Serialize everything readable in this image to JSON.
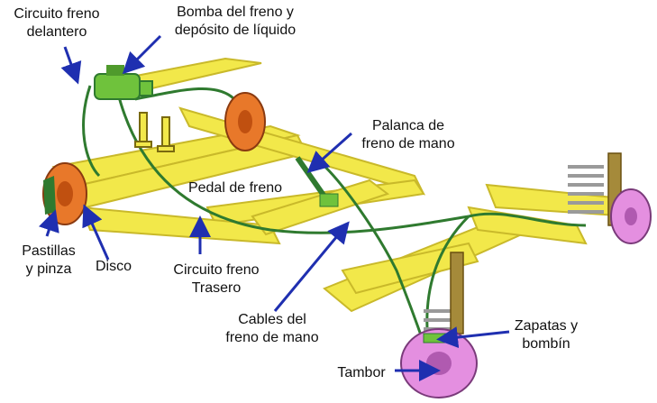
{
  "labels": {
    "front_circuit": "Circuito freno\ndelantero",
    "master_cylinder": "Bomba del freno y\ndepósito de líquido",
    "handbrake_lever": "Palanca de\nfreno de mano",
    "brake_pedal": "Pedal de freno",
    "pads_caliper": "Pastillas\ny pinza",
    "disc": "Disco",
    "rear_circuit": "Circuito freno\nTrasero",
    "handbrake_cables": "Cables del\nfreno de mano",
    "shoes_cylinder": "Zapatas y\nbombín",
    "drum": "Tambor"
  },
  "colors": {
    "chassis": "#f2e84a",
    "chassis_shadow": "#c9b92a",
    "brake_line": "#2f7a2f",
    "disc": "#e8782a",
    "drum": "#e48fe0",
    "spring": "#b8b8b8",
    "shock": "#a58a3a",
    "master": "#6fc23c",
    "arrow": "#1f2fb0"
  }
}
